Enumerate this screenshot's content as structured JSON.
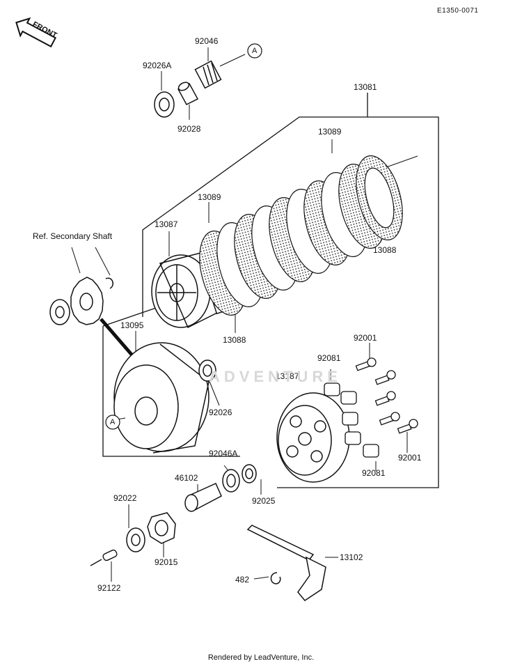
{
  "header": {
    "diagram_code": "E1350-0071"
  },
  "front_badge": {
    "text": "FRONT"
  },
  "ref_note": "Ref. Secondary Shaft",
  "callout_letter": "A",
  "parts": [
    {
      "key": "p92046",
      "number": "92046"
    },
    {
      "key": "p92026A",
      "number": "92026A"
    },
    {
      "key": "p92028",
      "number": "92028"
    },
    {
      "key": "p13081",
      "number": "13081"
    },
    {
      "key": "p13089a",
      "number": "13089"
    },
    {
      "key": "p13089b",
      "number": "13089"
    },
    {
      "key": "p13087",
      "number": "13087"
    },
    {
      "key": "p13088a",
      "number": "13088"
    },
    {
      "key": "p13088b",
      "number": "13088"
    },
    {
      "key": "p13095",
      "number": "13095"
    },
    {
      "key": "p92026",
      "number": "92026"
    },
    {
      "key": "p92001a",
      "number": "92001"
    },
    {
      "key": "p92001b",
      "number": "92001"
    },
    {
      "key": "p92081a",
      "number": "92081"
    },
    {
      "key": "p92081b",
      "number": "92081"
    },
    {
      "key": "p13187",
      "number": "13187"
    },
    {
      "key": "p92046A",
      "number": "92046A"
    },
    {
      "key": "p46102",
      "number": "46102"
    },
    {
      "key": "p92025",
      "number": "92025"
    },
    {
      "key": "p92022",
      "number": "92022"
    },
    {
      "key": "p92015",
      "number": "92015"
    },
    {
      "key": "p92122",
      "number": "92122"
    },
    {
      "key": "p13102",
      "number": "13102"
    },
    {
      "key": "p482",
      "number": "482"
    }
  ],
  "watermark": "ADVENTURE",
  "footer": "Rendered by LeadVenture, Inc."
}
